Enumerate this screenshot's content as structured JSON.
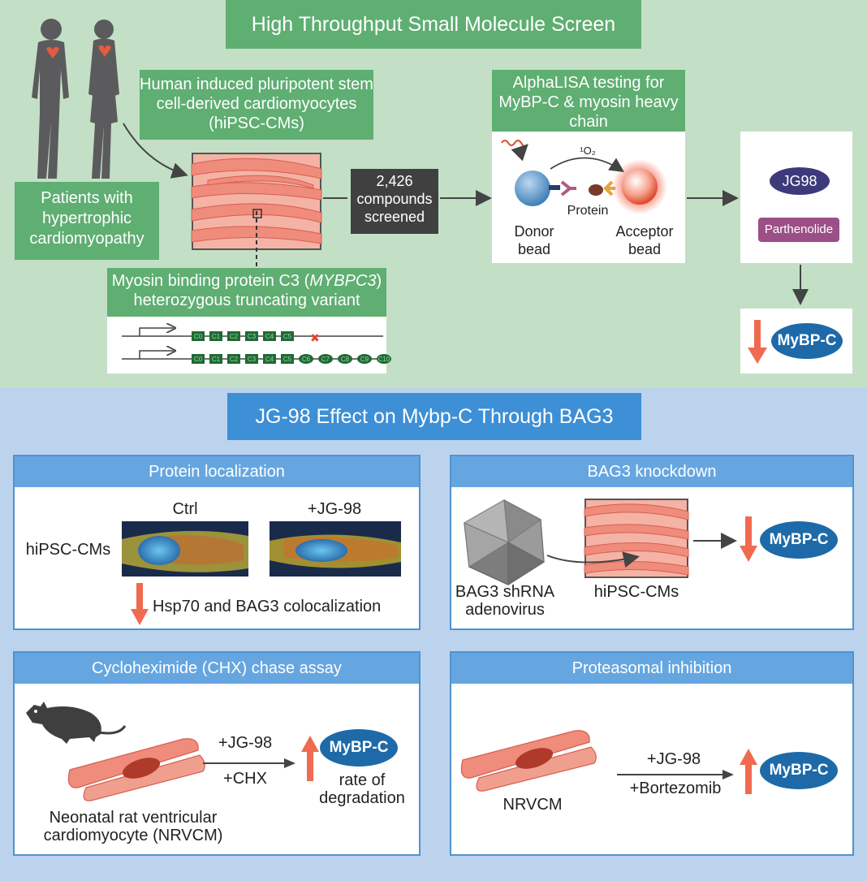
{
  "top": {
    "title": "High Throughput Small Molecule Screen",
    "patients_label": "Patients with hypertrophic cardiomyopathy",
    "hipsc_label": "Human induced pluripotent stem cell-derived cardiomyocytes (hiPSC-CMs)",
    "compounds_label": "2,426 compounds screened",
    "alphalisa_label": "AlphaLISA testing for MyBP-C & myosin heavy chain",
    "oxygen_label": "¹O₂",
    "protein_label": "Protein",
    "donor_label": "Donor bead",
    "acceptor_label": "Acceptor bead",
    "hit1": "JG98",
    "hit2": "Parthenolide",
    "mybpc_result": "MyBP-C",
    "variant_label_pre": "Myosin binding protein C3 (",
    "variant_gene": "MYBPC3",
    "variant_label_post": ")",
    "variant_label_line2": "heterozygous truncating variant",
    "gene_row1": [
      "C0",
      "C1",
      "C2",
      "C3",
      "C4",
      "C5"
    ],
    "gene_row2": [
      "C0",
      "C1",
      "C2",
      "C3",
      "C4",
      "C5",
      "C6",
      "C7",
      "C8",
      "C9",
      "C10"
    ]
  },
  "bottom": {
    "title": "JG-98 Effect on Mybp-C Through BAG3",
    "panel1": {
      "title": "Protein localization",
      "ctrl_label": "Ctrl",
      "jg98_label": "+JG-98",
      "row_label": "hiPSC-CMs",
      "result": "Hsp70 and BAG3 colocalization"
    },
    "panel2": {
      "title": "BAG3 knockdown",
      "virus_label": "BAG3 shRNA adenovirus",
      "cells_label": "hiPSC-CMs",
      "result": "MyBP-C"
    },
    "panel3": {
      "title": "Cycloheximide (CHX) chase assay",
      "treat1": "+JG-98",
      "treat2": "+CHX",
      "result": "MyBP-C",
      "result_sub": "rate of degradation",
      "cell_label": "Neonatal rat ventricular cardiomyocyte (NRVCM)"
    },
    "panel4": {
      "title": "Proteasomal inhibition",
      "treat1": "+JG-98",
      "treat2": "+Bortezomib",
      "result": "MyBP-C",
      "cell_label": "NRVCM"
    }
  },
  "colors": {
    "green_header": "#5fae72",
    "blue_header": "#3d8fd6",
    "mybpc_pill": "#1e6aa8",
    "arrow_red": "#f06a50",
    "cardio_pink": "#ef8c7c"
  }
}
